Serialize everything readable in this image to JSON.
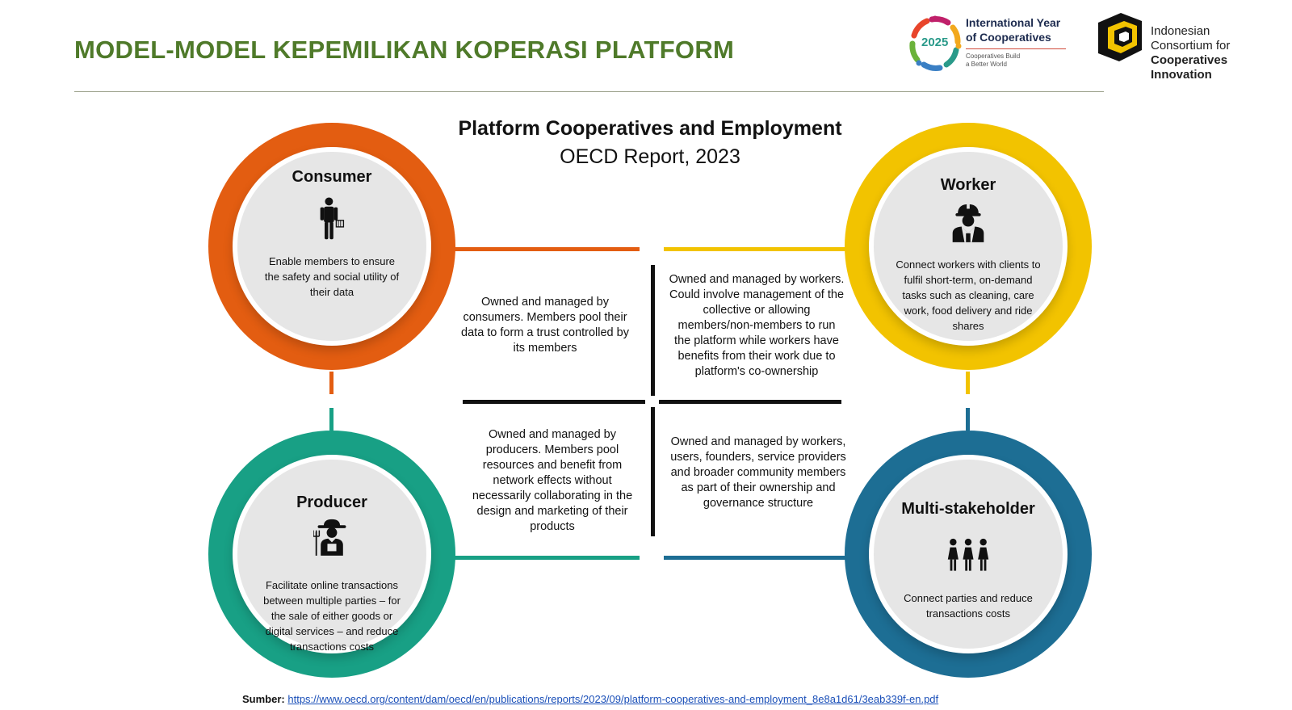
{
  "header": {
    "title": "MODEL-MODEL KEPEMILIKAN KOPERASI PLATFORM"
  },
  "logos": {
    "iyc": {
      "year": "2025",
      "line1": "International Year",
      "line2": "of Cooperatives",
      "tag1": "Cooperatives Build",
      "tag2": "a Better World"
    },
    "icci": {
      "line1": "Indonesian",
      "line2": "Consortium for",
      "line3": "Cooperatives",
      "line4": "Innovation"
    }
  },
  "diagram": {
    "title": "Platform Cooperatives and Employment",
    "subtitle": "OECD Report, 2023",
    "colors": {
      "consumer": "#e35d11",
      "worker": "#f2c300",
      "producer": "#18a085",
      "multi": "#1d6e94"
    },
    "consumer": {
      "title": "Consumer",
      "icon": "shopper-icon",
      "desc": "Enable members to ensure the safety and social utility of their data",
      "ownership": "Owned and managed by consumers. Members pool their data to form a trust controlled by its members"
    },
    "worker": {
      "title": "Worker",
      "icon": "hardhat-worker-icon",
      "desc": "Connect workers with clients to fulfil short-term, on-demand tasks such as cleaning, care work, food delivery and ride shares",
      "ownership": "Owned and managed by workers. Could involve management of the collective or allowing members/non-members to run the platform while workers have benefits from their work due to platform's co-ownership"
    },
    "producer": {
      "title": "Producer",
      "icon": "farmer-icon",
      "desc": "Facilitate online transactions between multiple parties – for the sale of either goods or digital services – and reduce transactions costs",
      "ownership": "Owned and managed by producers. Members pool resources and benefit from network effects without necessarily collaborating in the design and marketing of their products"
    },
    "multi": {
      "title": "Multi-stakeholder",
      "icon": "group-people-icon",
      "desc": "Connect parties and reduce transactions costs",
      "ownership": "Owned and managed by workers, users, founders, service providers and broader community members as part of their ownership and governance structure"
    }
  },
  "footer": {
    "label": "Sumber:",
    "url": "https://www.oecd.org/content/dam/oecd/en/publications/reports/2023/09/platform-cooperatives-and-employment_8e8a1d61/3eab339f-en.pdf"
  }
}
